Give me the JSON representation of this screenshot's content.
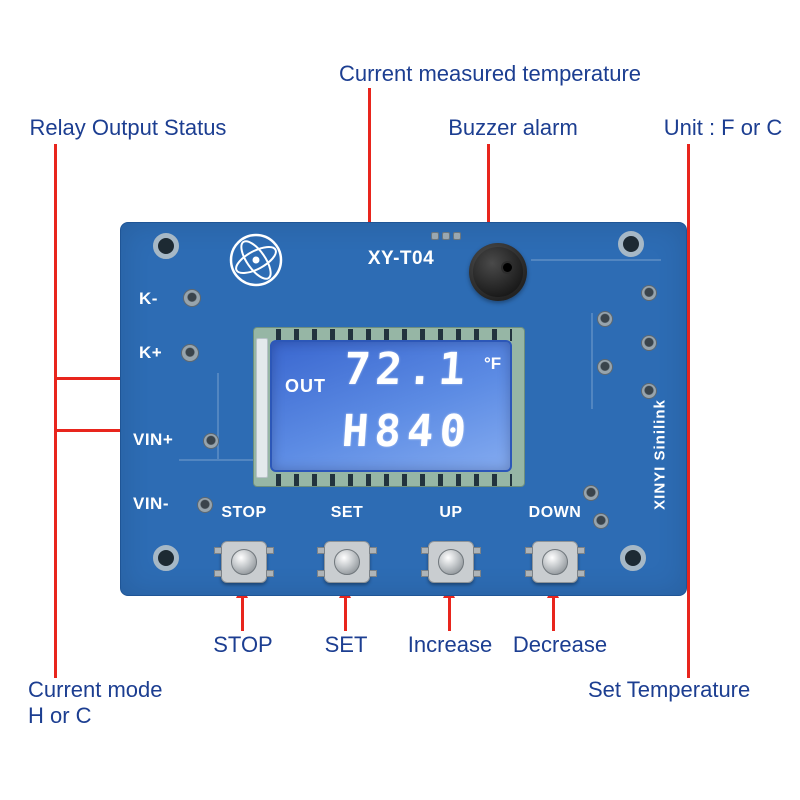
{
  "annotations": {
    "current_measured_temperature": "Current measured temperature",
    "relay_output_status": "Relay Output Status",
    "buzzer_alarm": "Buzzer alarm",
    "unit_label": "Unit : F or C",
    "button_stop": "STOP",
    "button_set": "SET",
    "button_increase": "Increase",
    "button_decrease": "Decrease",
    "current_mode_line1": "Current mode",
    "current_mode_line2": "H or C",
    "set_temperature": "Set Temperature"
  },
  "board": {
    "model": "XY-T04",
    "brand": "XINYI Sinilink",
    "terminals": [
      "K-",
      "K+",
      "VIN+",
      "VIN-"
    ],
    "buttons": [
      "STOP",
      "SET",
      "UP",
      "DOWN"
    ],
    "display": {
      "output_label": "OUT",
      "measured_temperature": "72.1",
      "unit": "°F",
      "mode_and_set": "H840"
    }
  },
  "colors": {
    "board_blue": "#2d6cb4",
    "lcd_blue": "#5d8ce4",
    "annotation_text": "#1c3e91",
    "arrow_red": "#e8251d"
  }
}
